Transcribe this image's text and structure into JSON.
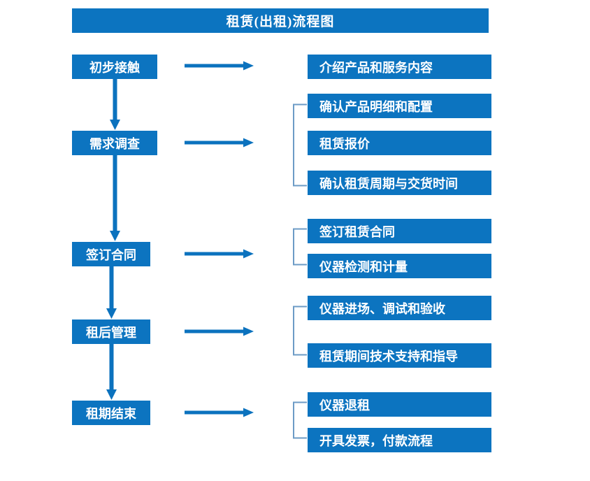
{
  "title": "租赁(出租)流程图",
  "colors": {
    "box_fill": "#0C74C0",
    "box_text": "#FFFFFF",
    "arrow": "#0B72BE",
    "bracket": "#6C9BC6",
    "background": "#FFFFFF"
  },
  "stages": [
    {
      "id": "stage-1",
      "label": "初步接触"
    },
    {
      "id": "stage-2",
      "label": "需求调查"
    },
    {
      "id": "stage-3",
      "label": "签订合同"
    },
    {
      "id": "stage-4",
      "label": "租后管理"
    },
    {
      "id": "stage-5",
      "label": "租期结束"
    }
  ],
  "details": [
    {
      "id": "detail-1",
      "label": "介绍产品和服务内容"
    },
    {
      "id": "detail-2",
      "label": "确认产品明细和配置"
    },
    {
      "id": "detail-3",
      "label": "租赁报价"
    },
    {
      "id": "detail-4",
      "label": "确认租赁周期与交货时间"
    },
    {
      "id": "detail-5",
      "label": "签订租赁合同"
    },
    {
      "id": "detail-6",
      "label": "仪器检测和计量"
    },
    {
      "id": "detail-7",
      "label": "仪器进场、调试和验收"
    },
    {
      "id": "detail-8",
      "label": "租赁期间技术支持和指导"
    },
    {
      "id": "detail-9",
      "label": "仪器退租"
    },
    {
      "id": "detail-10",
      "label": "开具发票，付款流程"
    }
  ],
  "connectors": {
    "horizontal_arrows": 5,
    "vertical_arrows": 4,
    "brackets": 4
  }
}
